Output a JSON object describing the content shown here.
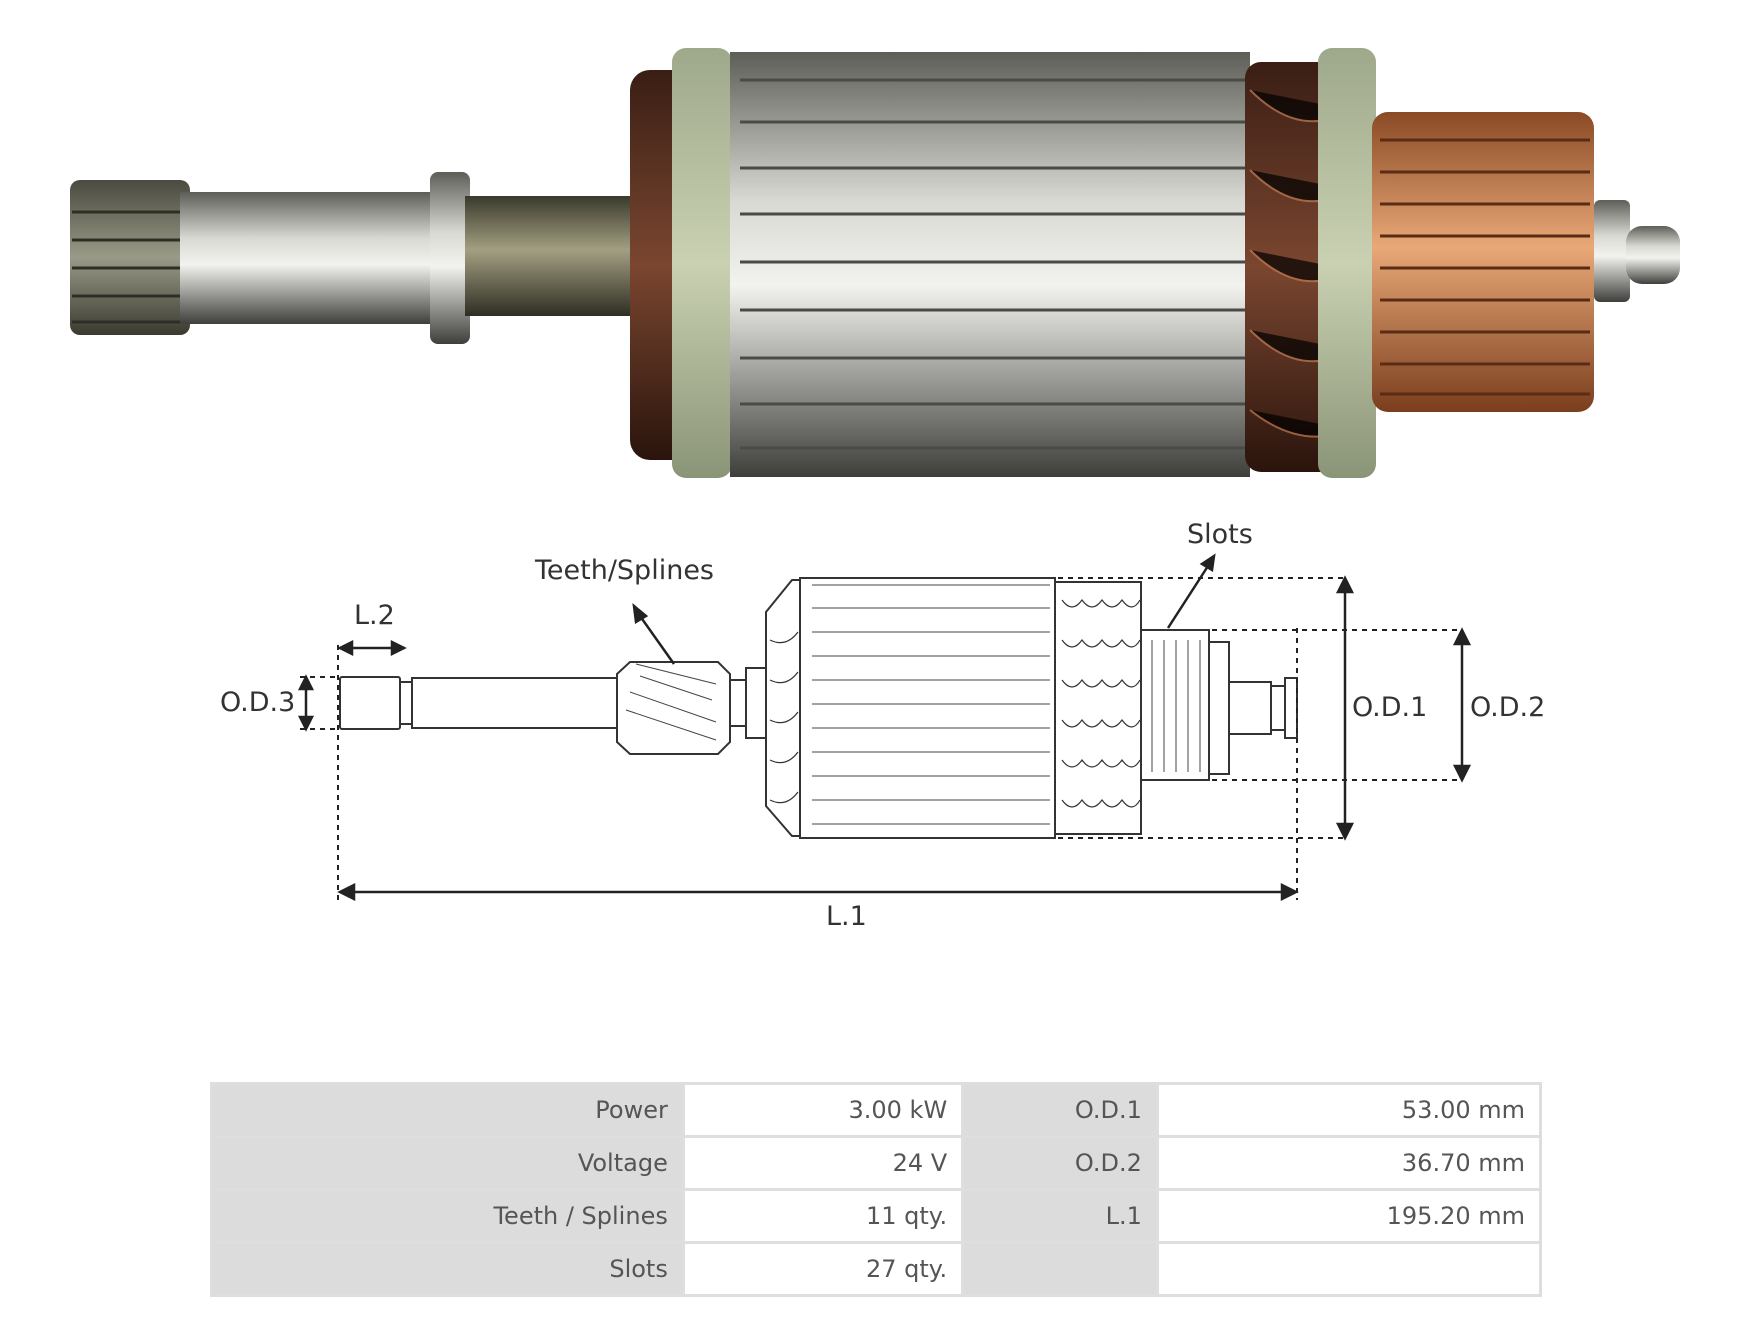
{
  "diagram": {
    "teeth_label": "Teeth/Splines",
    "slots_label": "Slots",
    "l2_label": "L.2",
    "od3_label": "O.D.3",
    "od1_label": "O.D.1",
    "od2_label": "O.D.2",
    "l1_label": "L.1"
  },
  "specs": {
    "rows": [
      {
        "label1": "Power",
        "value1": "3.00 kW",
        "label2": "O.D.1",
        "value2": "53.00 mm"
      },
      {
        "label1": "Voltage",
        "value1": "24 V",
        "label2": "O.D.2",
        "value2": "36.70 mm"
      },
      {
        "label1": "Teeth / Splines",
        "value1": "11 qty.",
        "label2": "L.1",
        "value2": "195.20 mm"
      },
      {
        "label1": "Slots",
        "value1": "27 qty.",
        "label2": "",
        "value2": ""
      }
    ]
  }
}
